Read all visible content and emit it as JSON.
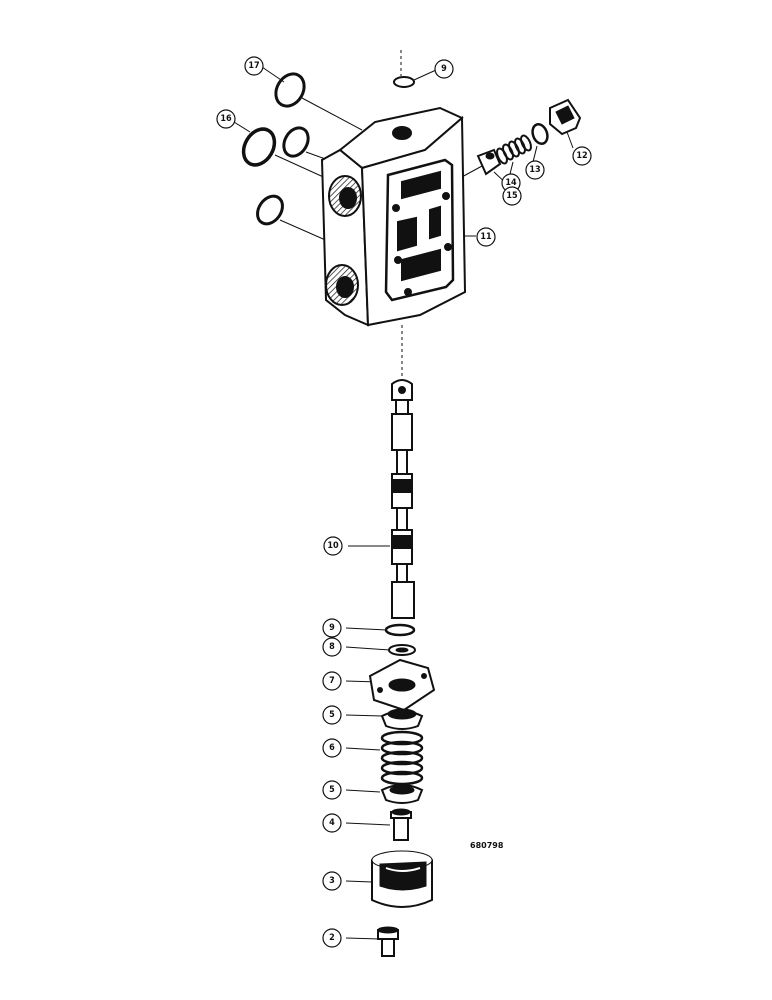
{
  "drawing_number": "680798",
  "callouts": {
    "c17": "17",
    "c9_top": "9",
    "c16": "16",
    "c12": "12",
    "c13": "13",
    "c14": "14",
    "c15": "15",
    "c11": "11",
    "c10": "10",
    "c9_bottom": "9",
    "c8": "8",
    "c7": "7",
    "c5_top": "5",
    "c6": "6",
    "c5_bottom": "5",
    "c4": "4",
    "c3": "3",
    "c2": "2"
  },
  "colors": {
    "ink": "#111111",
    "paper": "#ffffff"
  }
}
